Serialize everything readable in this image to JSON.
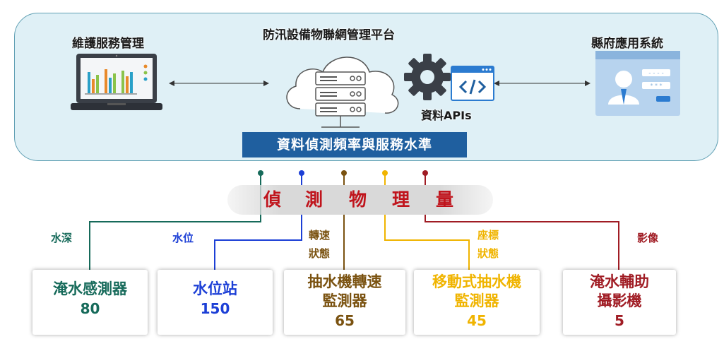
{
  "platform": {
    "title": "防汛設備物聯網管理平台",
    "banner": "資料偵測頻率與服務水準",
    "maintenance_title": "維護服務管理",
    "county_title": "縣府應用系統",
    "api_label": "資料APIs"
  },
  "measurement": {
    "title_chars": [
      "偵",
      "測",
      "物",
      "理",
      "量"
    ]
  },
  "channels": [
    {
      "label_lines": [
        "水深"
      ],
      "name_lines": [
        "淹水感測器"
      ],
      "count": "80",
      "color": "#166a5a"
    },
    {
      "label_lines": [
        "水位"
      ],
      "name_lines": [
        "水位站"
      ],
      "count": "150",
      "color": "#1c3fd6"
    },
    {
      "label_lines": [
        "轉速",
        "狀態"
      ],
      "name_lines": [
        "抽水機轉速",
        "監測器"
      ],
      "count": "65",
      "color": "#7a5210"
    },
    {
      "label_lines": [
        "座標",
        "狀態"
      ],
      "name_lines": [
        "移動式抽水機",
        "監測器"
      ],
      "count": "45",
      "color": "#f0b400"
    },
    {
      "label_lines": [
        "影像"
      ],
      "name_lines": [
        "淹水輔助",
        "攝影機"
      ],
      "count": "5",
      "color": "#a01c24"
    }
  ],
  "colors": {
    "panel_bg": "#dff0f6",
    "panel_border": "#5f9fb3",
    "banner_bg": "#1f5f9f",
    "pill_text": "#c0141c"
  },
  "icons": [
    "laptop-chart-icon",
    "cloud-server-icon",
    "gear-icon",
    "code-window-icon",
    "id-card-icon"
  ]
}
